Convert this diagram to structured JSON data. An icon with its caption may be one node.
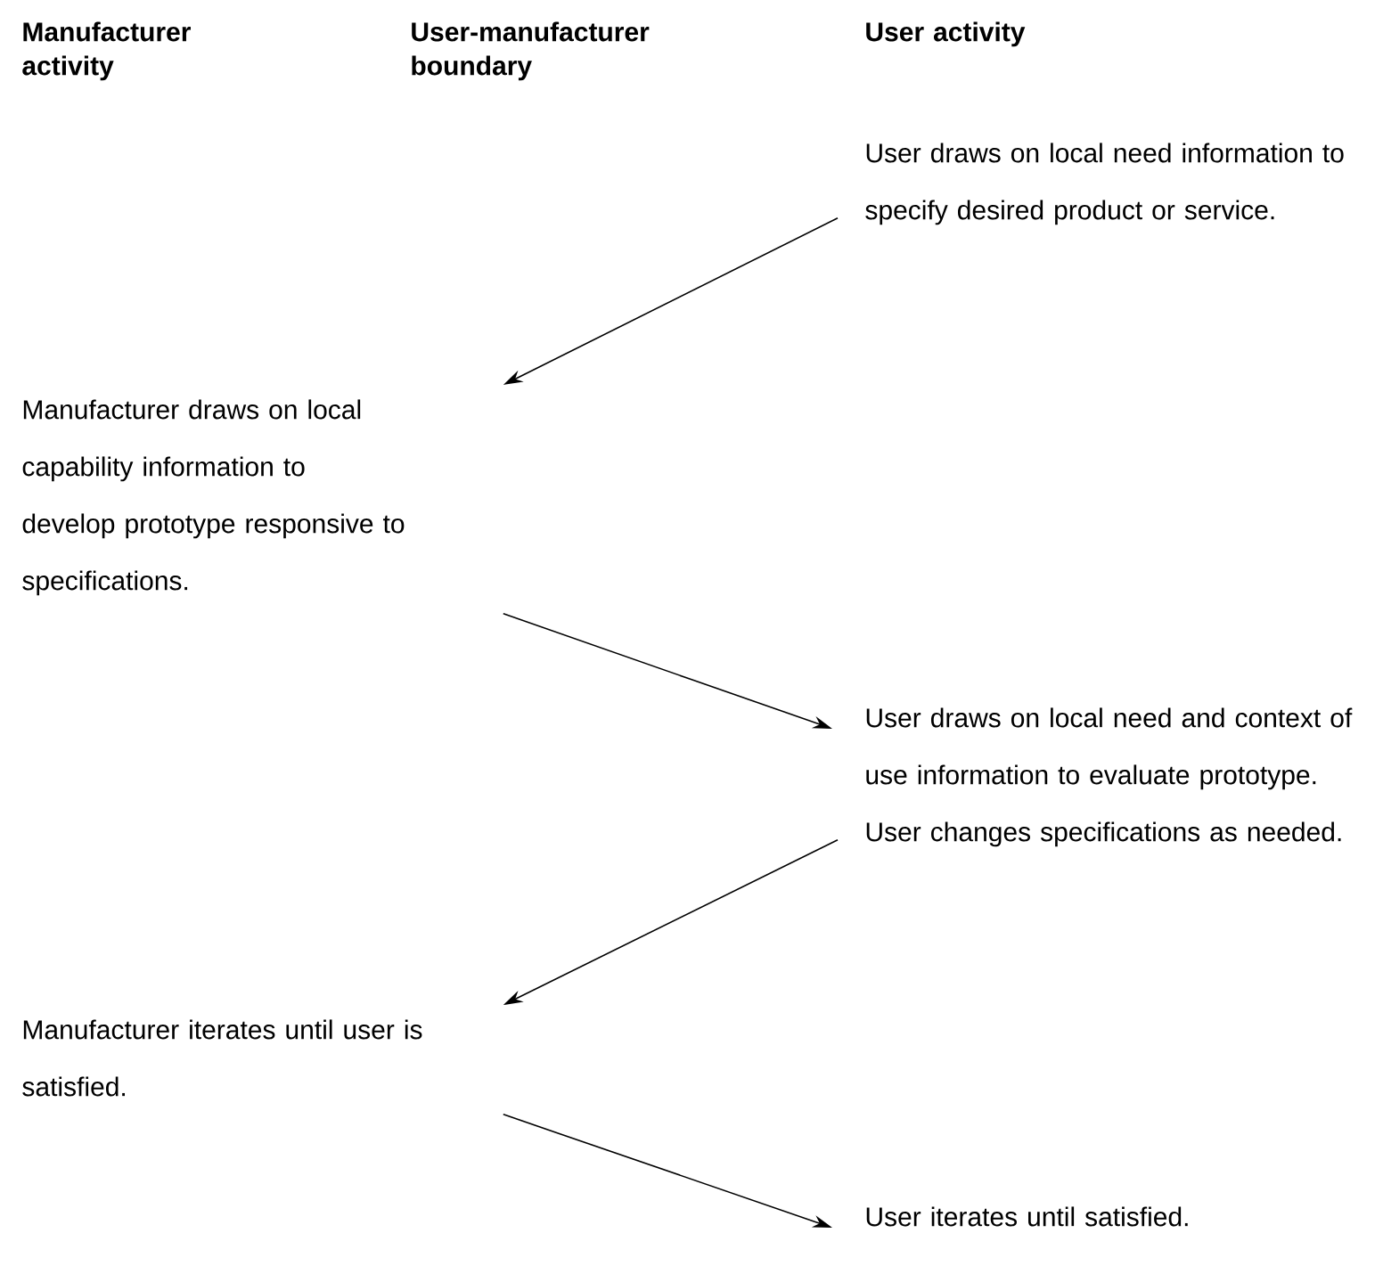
{
  "diagram": {
    "nodes": [
      {
        "text": [
          "User draws on local need information to specify desired product or service."
        ]
      },
      {
        "text": [
          "Manufacturer draws on local capability information to develop prototype responsive to specifications."
        ]
      },
      {
        "text": [
          "User draws on local need and context of use information to evaluate prototype.",
          "User changes specifications as needed."
        ]
      },
      {
        "text": [
          "Manufacturer iterates until user is satisfied."
        ]
      },
      {
        "text": [
          "User iterates until satisfied."
        ]
      }
    ],
    "edges": [
      {
        "from": 0,
        "to": 1,
        "arrow": "to"
      },
      {
        "from": 1,
        "to": 2,
        "arrow": "to"
      },
      {
        "from": 2,
        "to": 3,
        "arrow": "to"
      },
      {
        "from": 3,
        "to": 4,
        "arrow": "to"
      }
    ],
    "labels": [
      "Manufacturer activity",
      "User-manufacturer boundary",
      "User activity"
    ]
  }
}
